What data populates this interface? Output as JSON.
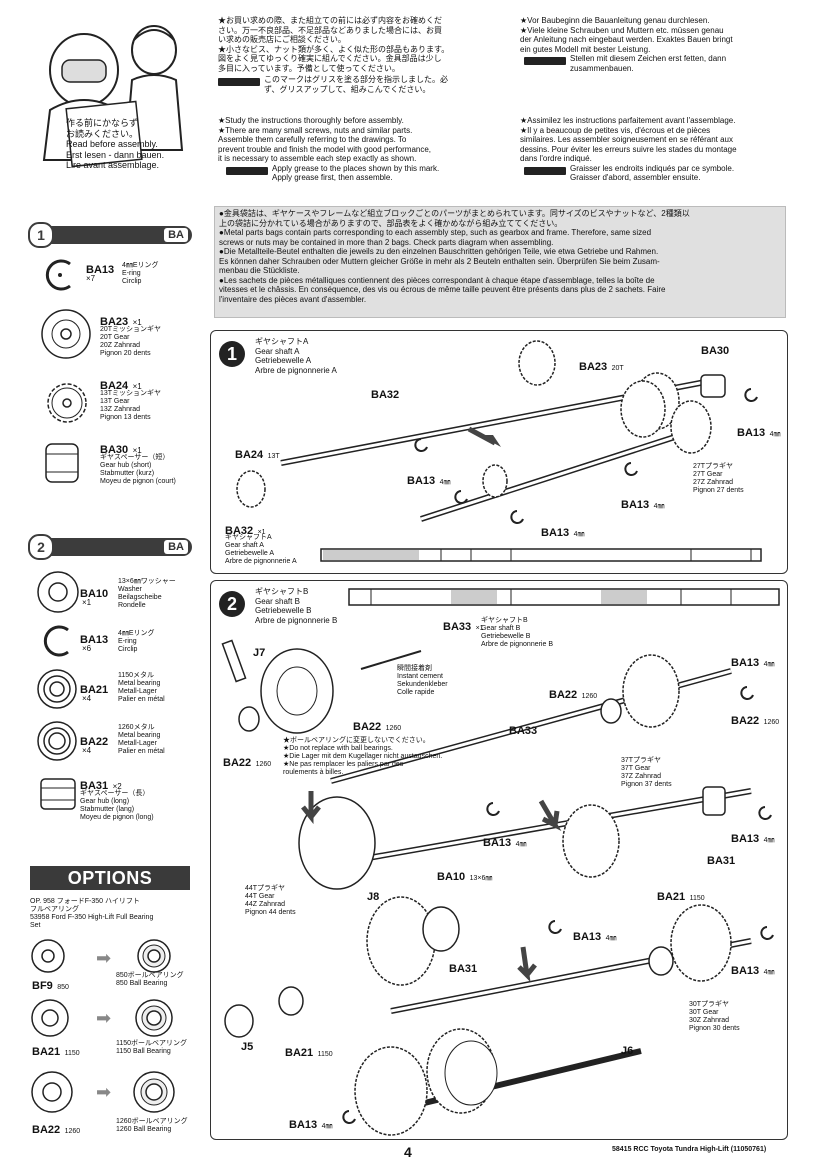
{
  "intro": {
    "jp_read": "作る前にかならず\nお読みください。",
    "read_before": "Read before assembly.",
    "erst_lesen": "Erst lesen - dann bauen.",
    "lire_avant": "Lire avant assemblage.",
    "jp_lines": [
      "★お買い求めの際、また組立ての前には必ず内容をお確めくだ",
      "さい。万一不良部品、不足部品などありました場合には、お買",
      "い求めの販売店にご相談ください。",
      "★小さなビス、ナット類が多く、よく似た形の部品もあります。",
      "図をよく見てゆっくり確実に組んでください。金具部品は少し",
      "多目に入っています。予備として使ってください。"
    ],
    "jp_grease": "このマークはグリスを塗る部分を指示しました。必\nず、グリスアップして、組みこんでください。",
    "en_lines": [
      "★Study the instructions thoroughly before assembly.",
      "★There are many small screws, nuts and similar parts.",
      "Assemble them carefully referring to the drawings. To",
      "prevent trouble and finish the model with good performance,",
      "it is necessary to assemble each step exactly as shown."
    ],
    "en_grease": "Apply grease to the places shown by this mark.\nApply grease first, then assemble.",
    "de_lines": [
      "★Vor Baubeginn die Bauanleitung genau durchlesen.",
      "★Viele kleine Schrauben und Muttern etc. müssen genau",
      "der Anleitung nach eingebaut werden. Exaktes Bauen bringt",
      "ein gutes Modell mit bester Leistung."
    ],
    "de_grease": "Stellen mit diesem Zeichen erst fetten, dann\nzusammenbauen.",
    "fr_lines": [
      "★Assimilez les instructions parfaitement avant l'assemblage.",
      "★Il y a beaucoup de petites vis, d'écrous et de pièces",
      "similaires. Les assembler soigneusement en se référant aux",
      "dessins. Pour éviter les erreurs suivre les stades du montage",
      "dans l'ordre indiqué."
    ],
    "fr_grease": "Graisser les endroits indiqués par ce symbole.\nGraisser d'abord, assembler ensuite."
  },
  "bags_note": {
    "lines": [
      "●金具袋詰は、ギヤケースやフレームなど組立ブロックごとのパーツがまとめられています。同サイズのビスやナットなど、2種類以",
      "上の袋詰に分かれている場合がありますので、部品表をよく確かめながら組み立ててください。",
      "●Metal parts bags contain parts corresponding to each assembly step, such as gearbox and frame. Therefore, same sized",
      "screws or nuts may be contained in more than 2 bags. Check parts diagram when assembling.",
      "●Die Metallteile-Beutel enthalten die jeweils zu den einzelnen Bauschritten gehörigen Teile, wie etwa Getriebe und Rahmen.",
      "Es können daher Schrauben oder Muttern gleicher Größe in mehr als 2 Beuteln enthalten sein. Überprüfen Sie beim Zusam-",
      "menbau die Stückliste.",
      "●Les sachets de pièces métalliques contiennent des pièces correspondant à chaque étape d'assemblage, telles la boîte de",
      "vitesses et le châssis. En conséquence, des vis ou écrous de même taille peuvent être présents dans plus de 2 sachets. Faire",
      "l'inventaire des pièces avant d'assembler."
    ]
  },
  "step1_list": {
    "num": "1",
    "badge": "BA",
    "parts": [
      {
        "code": "BA13",
        "qty": "×7",
        "name": "4㎜Eリング\nE-ring\nCirclip",
        "size": ""
      },
      {
        "code": "BA23",
        "qty": "×1",
        "name": "20Tミッションギヤ\n20T Gear\n20Z Zahnrad\nPignon 20 dents",
        "size": ""
      },
      {
        "code": "BA24",
        "qty": "×1",
        "name": "13Tミッションギヤ\n13T Gear\n13Z Zahnrad\nPignon 13 dents",
        "size": ""
      },
      {
        "code": "BA30",
        "qty": "×1",
        "name": "ギヤスペーサー（短）\nGear hub (short)\nStabmutter (kurz)\nMoyeu de pignon (court)",
        "size": ""
      }
    ]
  },
  "step2_list": {
    "num": "2",
    "badge": "BA",
    "parts": [
      {
        "code": "BA10",
        "qty": "×1",
        "name": "13×6㎜ワッシャー\nWasher\nBeilagscheibe\nRondelle"
      },
      {
        "code": "BA13",
        "qty": "×6",
        "name": "4㎜Eリング\nE-ring\nCirclip"
      },
      {
        "code": "BA21",
        "qty": "×4",
        "name": "1150メタル\nMetal bearing\nMetall-Lager\nPalier en métal"
      },
      {
        "code": "BA22",
        "qty": "×4",
        "name": "1260メタル\nMetal bearing\nMetall-Lager\nPalier en métal"
      },
      {
        "code": "BA31",
        "qty": "×2",
        "name": "ギヤスペーサー（長）\nGear hub (long)\nStabmutter (lang)\nMoyeu de pignon (long)"
      }
    ]
  },
  "options": {
    "title": "OPTIONS",
    "desc": "OP. 958 フォードF-350 ハイリフト\nフルベアリング\n53958 Ford F-350 High-Lift Full Bearing\nSet",
    "rows": [
      {
        "code": "BF9",
        "size": "850",
        "result": "850ボールベアリング\n850 Ball Bearing"
      },
      {
        "code": "BA21",
        "size": "1150",
        "result": "1150ボールベアリング\n1150 Ball Bearing"
      },
      {
        "code": "BA22",
        "size": "1260",
        "result": "1260ボールベアリング\n1260 Ball Bearing"
      }
    ]
  },
  "step1": {
    "num": "1",
    "title": "ギヤシャフトA\nGear shaft A\nGetriebewelle A\nArbre de pignonnerie A",
    "labels": {
      "ba23": "BA23",
      "ba23_size": "20T",
      "ba30": "BA30",
      "ba32": "BA32",
      "ba24": "BA24",
      "ba24_size": "13T",
      "ba13a": "BA13",
      "ba13a_size": "4㎜",
      "ba13b": "BA13",
      "ba13b_size": "4㎜",
      "ba13c": "BA13",
      "ba13c_size": "4㎜",
      "ba13d": "BA13",
      "ba13d_size": "4㎜",
      "gear27": "27Tプラギヤ\n27T Gear\n27Z Zahnrad\nPignon 27 dents",
      "ba32_note_code": "BA32",
      "ba32_note_qty": "×1",
      "ba32_note_name": "ギヤシャフトA\nGear shaft A\nGetriebewelle A\nArbre de pignonnerie A"
    }
  },
  "step2": {
    "num": "2",
    "title": "ギヤシャフトB\nGear shaft B\nGetriebewelle B\nArbre de pignonnerie B",
    "labels": {
      "ba33_code": "BA33",
      "ba33_qty": "×1",
      "ba33_name": "ギヤシャフトB\nGear shaft B\nGetriebewelle B\nArbre de pignonnerie B",
      "j7": "J7",
      "cement": "瞬間接着剤\nInstant cement\nSekundenkleber\nColle rapide",
      "ba13a": "BA13",
      "ba13a_size": "4㎜",
      "ba22a": "BA22",
      "ba22a_size": "1260",
      "ba22b": "BA22",
      "ba22b_size": "1260",
      "ba22c": "BA22",
      "ba22c_size": "1260",
      "ba22d": "BA22",
      "ba22d_size": "1260",
      "ba33": "BA33",
      "warn": "★ボールベアリングに変更しないでください。\n★Do not replace with ball bearings.\n★Die Lager mit dem Kugellager nicht austauschen.\n★Ne pas remplacer les paliers par des\nroulements à billes.",
      "gear37": "37Tプラギヤ\n37T Gear\n37Z Zahnrad\nPignon 37 dents",
      "ba13b": "BA13",
      "ba13b_size": "4㎜",
      "ba13c": "BA13",
      "ba13c_size": "4㎜",
      "ba31a": "BA31",
      "ba10": "BA10",
      "ba10_size": "13×6㎜",
      "gear44": "44Tプラギヤ\n44T Gear\n44Z Zahnrad\nPignon 44 dents",
      "j8": "J8",
      "ba31b": "BA31",
      "ba13d": "BA13",
      "ba13d_size": "4㎜",
      "ba21a": "BA21",
      "ba21a_size": "1150",
      "ba13e": "BA13",
      "ba13e_size": "4㎜",
      "gear30": "30Tプラギヤ\n30T Gear\n30Z Zahnrad\nPignon 30 dents",
      "j5": "J5",
      "ba21b": "BA21",
      "ba21b_size": "1150",
      "j6": "J6",
      "ba13f": "BA13",
      "ba13f_size": "4㎜"
    }
  },
  "footer": {
    "page": "4",
    "code": "58415 RCC Toyota Tundra High-Lift (11050761)"
  }
}
